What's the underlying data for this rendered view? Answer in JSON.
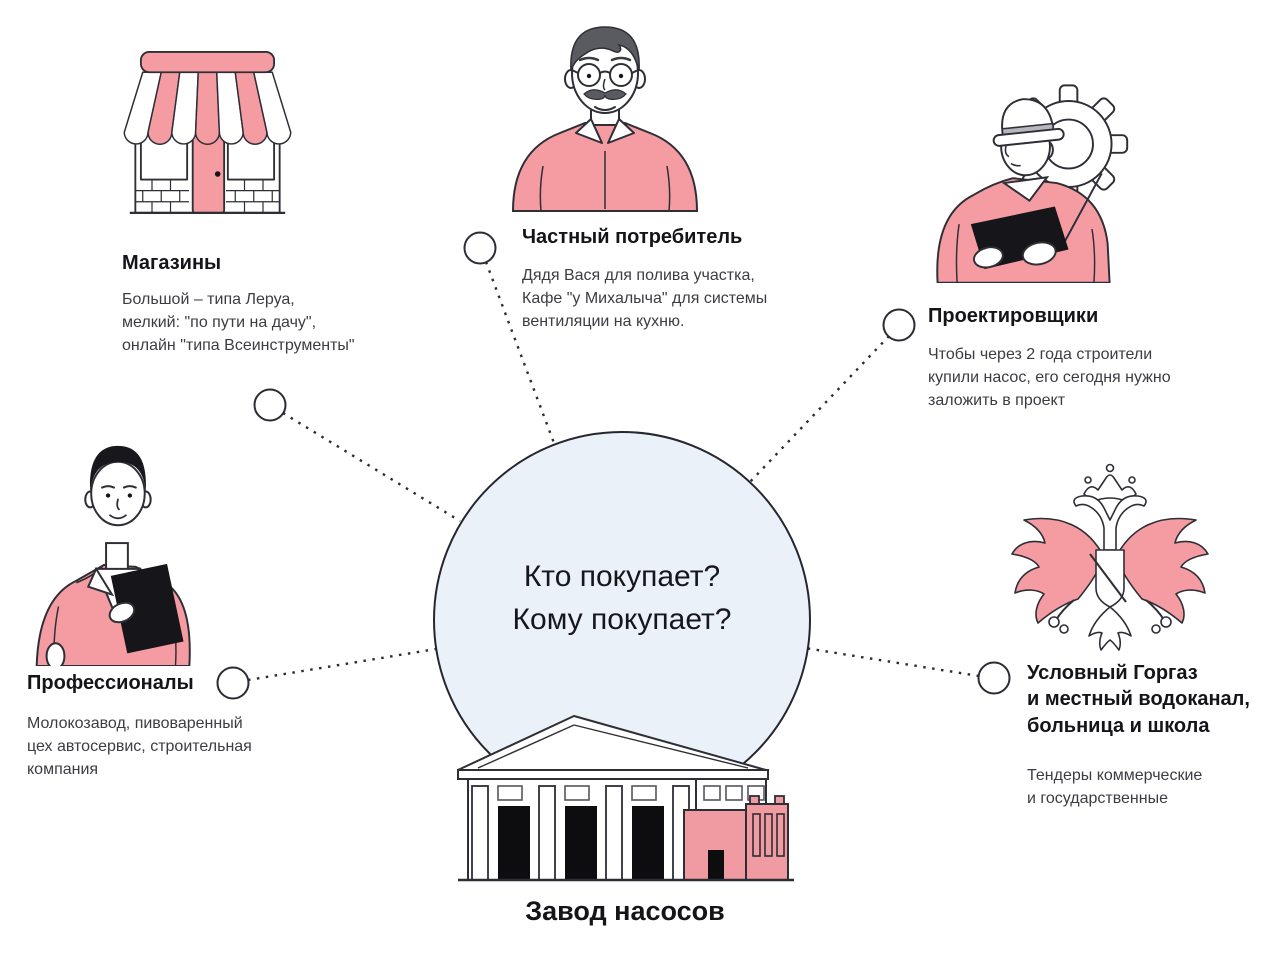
{
  "title": "Кто покупает? Кому покупает? — схема клиентов завода насосов",
  "center": {
    "question": "Кто покупает?\nКому покупает?"
  },
  "factory": {
    "label": "Завод насосов"
  },
  "nodes": {
    "shops": {
      "title": "Магазины",
      "body": "Большой – типа Леруа,\nмелкий: \"по пути на дачу\",\nонлайн \"типа Всеинструменты\""
    },
    "consumer": {
      "title": "Частный потребитель",
      "body": "Дядя Вася для полива участка,\nКафе \"у Михалыча\" для системы\nвентиляции на кухню."
    },
    "designers": {
      "title": "Проектировщики",
      "body": "Чтобы через 2 года строители\nкупили насос, его сегодня нужно\nзаложить в проект"
    },
    "professionals": {
      "title": "Профессионалы",
      "body": "Молокозавод, пивоваренный\nцех автосервис, строительная\nкомпания"
    },
    "tenders": {
      "title": "Условный Горгаз\nи местный водоканал,\nбольница и школа",
      "body": "Тендеры коммерческие\nи государственные"
    }
  },
  "icons": {
    "shops": "storefront-icon",
    "consumer": "man-with-glasses-illustration",
    "designers": "engineer-with-gear-illustration",
    "professionals": "person-with-folder-illustration",
    "tenders": "double-headed-eagle-emblem",
    "factory": "factory-building-illustration"
  },
  "colors": {
    "accent_pink": "#F59CA2",
    "outline": "#2E2E36",
    "center_circle_fill": "#EAF1F9",
    "black_fill": "#141419",
    "hair_gray": "#5A5A61",
    "hair_black": "#17171C",
    "body_text": "#3C3C42"
  }
}
